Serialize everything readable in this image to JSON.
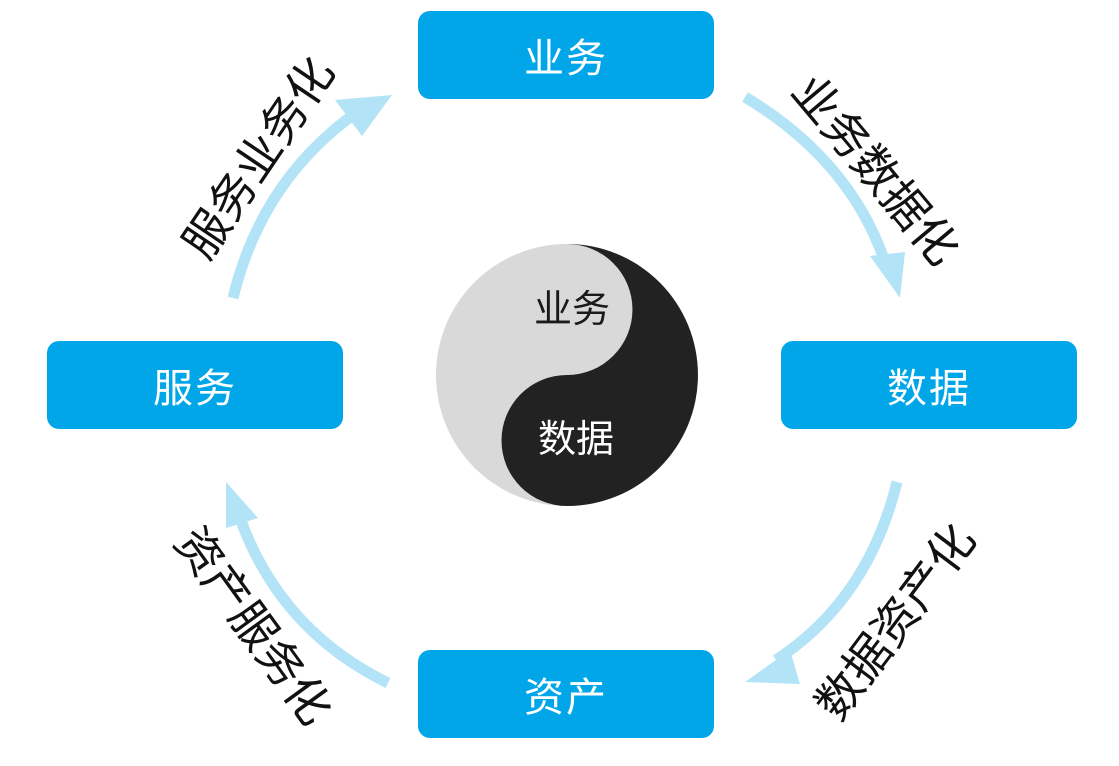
{
  "nodes": {
    "business": "业务",
    "service": "服务",
    "data": "数据",
    "asset": "资产"
  },
  "arrows": {
    "service_to_business": "服务业务化",
    "business_to_data": "业务数据化",
    "data_to_asset": "数据资产化",
    "asset_to_service": "资产服务化"
  },
  "yinyang": {
    "light_label": "业务",
    "dark_label": "数据"
  },
  "colors": {
    "node_fill": "#00a6e8",
    "node_text": "#ffffff",
    "arrow": "#b3e3f6",
    "yin_light": "#d9d9d9",
    "yin_dark": "#222222"
  }
}
